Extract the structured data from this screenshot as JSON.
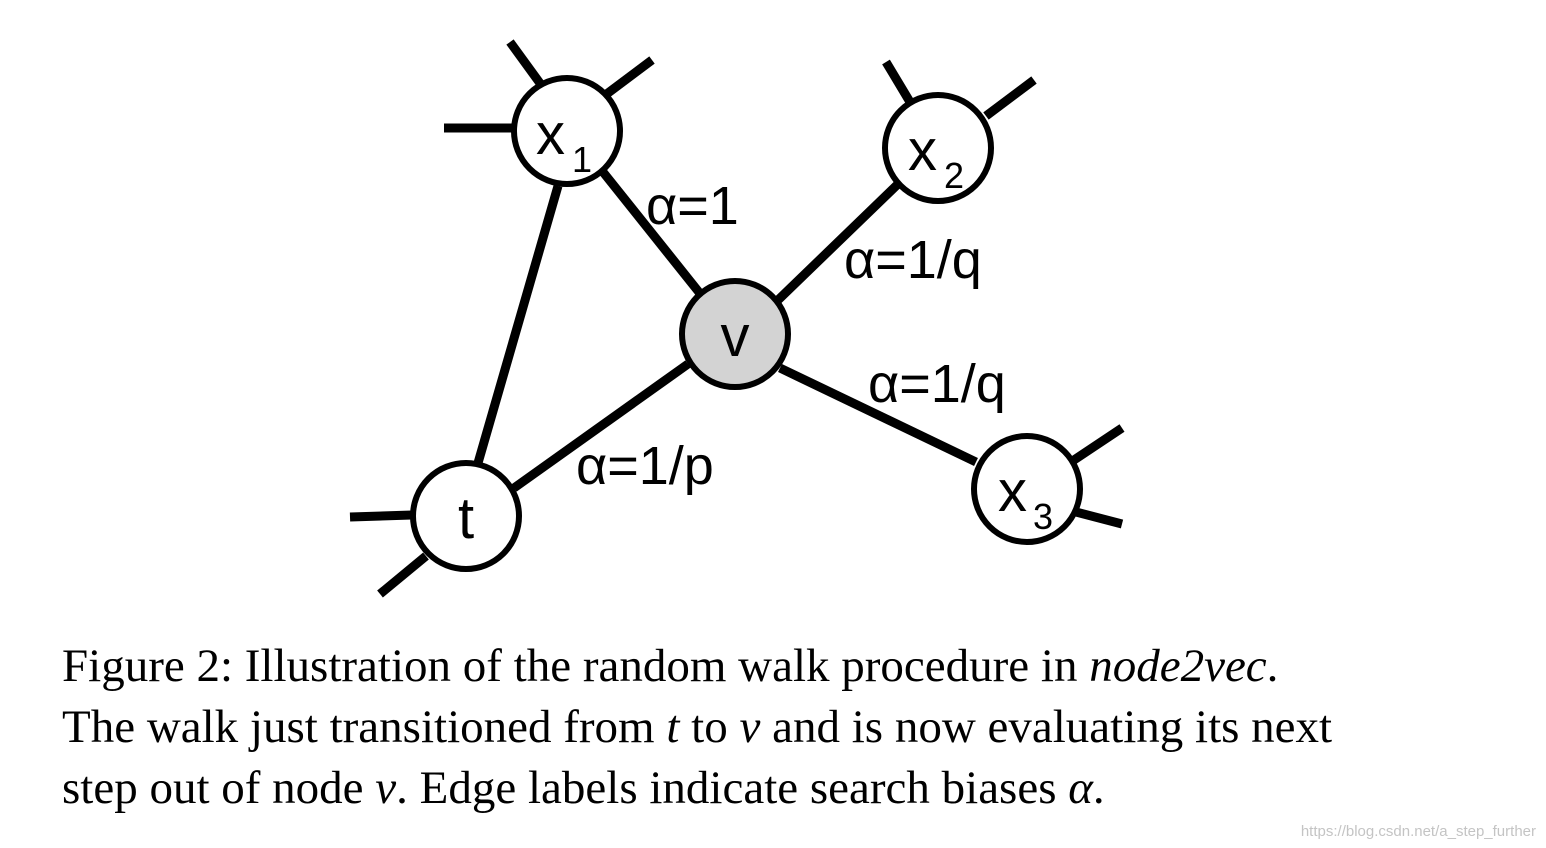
{
  "nodes": {
    "x1": {
      "label": "x",
      "sub": "1",
      "fill": "#ffffff"
    },
    "x2": {
      "label": "x",
      "sub": "2",
      "fill": "#ffffff"
    },
    "x3": {
      "label": "x",
      "sub": "3",
      "fill": "#ffffff"
    },
    "v": {
      "label": "v",
      "fill": "#d3d3d3"
    },
    "t": {
      "label": "t",
      "fill": "#ffffff"
    }
  },
  "edges": {
    "v_x1": {
      "label": "α=1"
    },
    "v_x2": {
      "label": "α=1/q"
    },
    "v_x3": {
      "label": "α=1/q"
    },
    "v_t": {
      "label": "α=1/p"
    }
  },
  "caption": {
    "line1_a": "Figure 2: Illustration of the random walk procedure in ",
    "line1_em": "node2vec",
    "line1_b": ".",
    "line2_a": "The walk just transitioned from ",
    "line2_t": "t",
    "line2_b": " to ",
    "line2_v": "v",
    "line2_c": " and is now evaluating its next",
    "line3_a": "step out of node ",
    "line3_v": "v",
    "line3_b": ". Edge labels indicate search biases ",
    "line3_alpha": "α",
    "line3_c": "."
  },
  "watermark": "https://blog.csdn.net/a_step_further"
}
